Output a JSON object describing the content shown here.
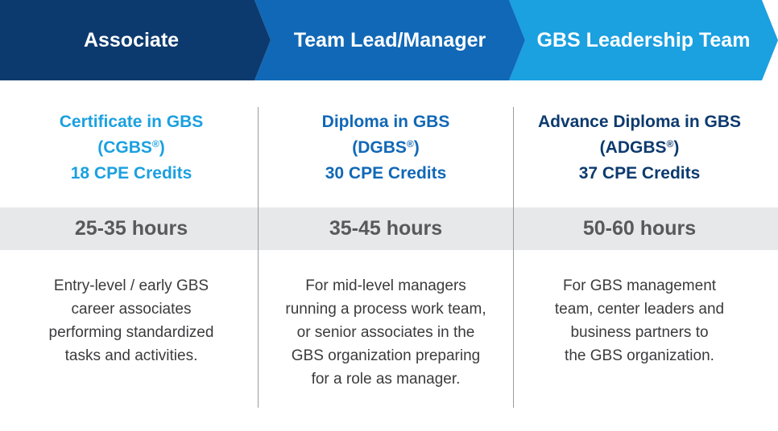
{
  "colors": {
    "associate": "#0d3a6e",
    "team_lead": "#1168b6",
    "leadership": "#1ba0e0",
    "cert_associate": "#1ba0e0",
    "cert_team_lead": "#1168b6",
    "cert_leadership": "#0d3a6e",
    "band": "#e7e8ea",
    "hours_text": "#58595b",
    "desc_text": "#3b3b3d"
  },
  "columns": [
    {
      "header": "Associate",
      "cert_name": "Certificate in GBS",
      "cert_abbr": "(CGBS",
      "cert_mark": "®",
      "cert_close": ")",
      "credits": "18 CPE Credits",
      "hours": "25-35 hours",
      "desc": [
        "Entry-level / early GBS",
        "career associates",
        "performing standardized",
        "tasks and activities."
      ]
    },
    {
      "header": "Team Lead/Manager",
      "cert_name": "Diploma in GBS",
      "cert_abbr": "(DGBS",
      "cert_mark": "®",
      "cert_close": ")",
      "credits": "30 CPE Credits",
      "hours": "35-45 hours",
      "desc": [
        "For mid-level managers",
        "running a process work team,",
        "or senior associates in the",
        "GBS organization preparing",
        "for a role as manager."
      ]
    },
    {
      "header": "GBS Leadership Team",
      "cert_name": "Advance Diploma in GBS",
      "cert_abbr": "(ADGBS",
      "cert_mark": "®",
      "cert_close": ")",
      "credits": "37 CPE Credits",
      "hours": "50-60 hours",
      "desc": [
        "For GBS management",
        "team, center leaders and",
        "business partners to",
        "the GBS organization."
      ]
    }
  ]
}
